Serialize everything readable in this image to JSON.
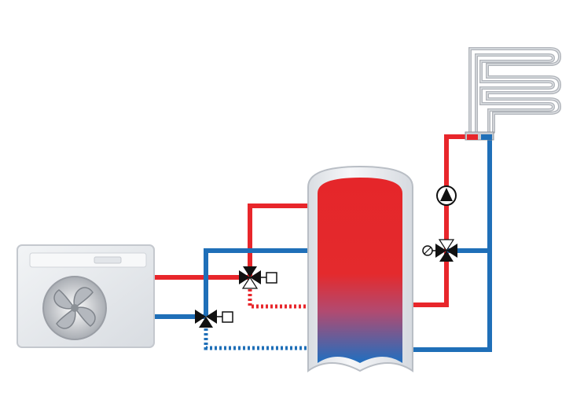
{
  "colors": {
    "hot_pipe": "#e8262b",
    "cold_pipe": "#1f6fb8",
    "valve": "#111111",
    "tank_shell": "#eef0f3",
    "tank_hot": "#e5262a",
    "tank_mid": "#c43e56",
    "tank_cold": "#1f6fc0",
    "heat_pump_body": "#e9ecef",
    "radiator_coil": "#b9bcc2",
    "manifold": "#c9cdd3"
  },
  "components": {
    "heat_pump": "heat-pump-outdoor-unit",
    "tank": "buffer-storage-tank",
    "radiator": "underfloor-heating-coil",
    "pump": "circulation-pump-icon",
    "valves": [
      "three-way-valve-icon",
      "three-way-valve-icon",
      "three-way-valve-icon"
    ]
  }
}
